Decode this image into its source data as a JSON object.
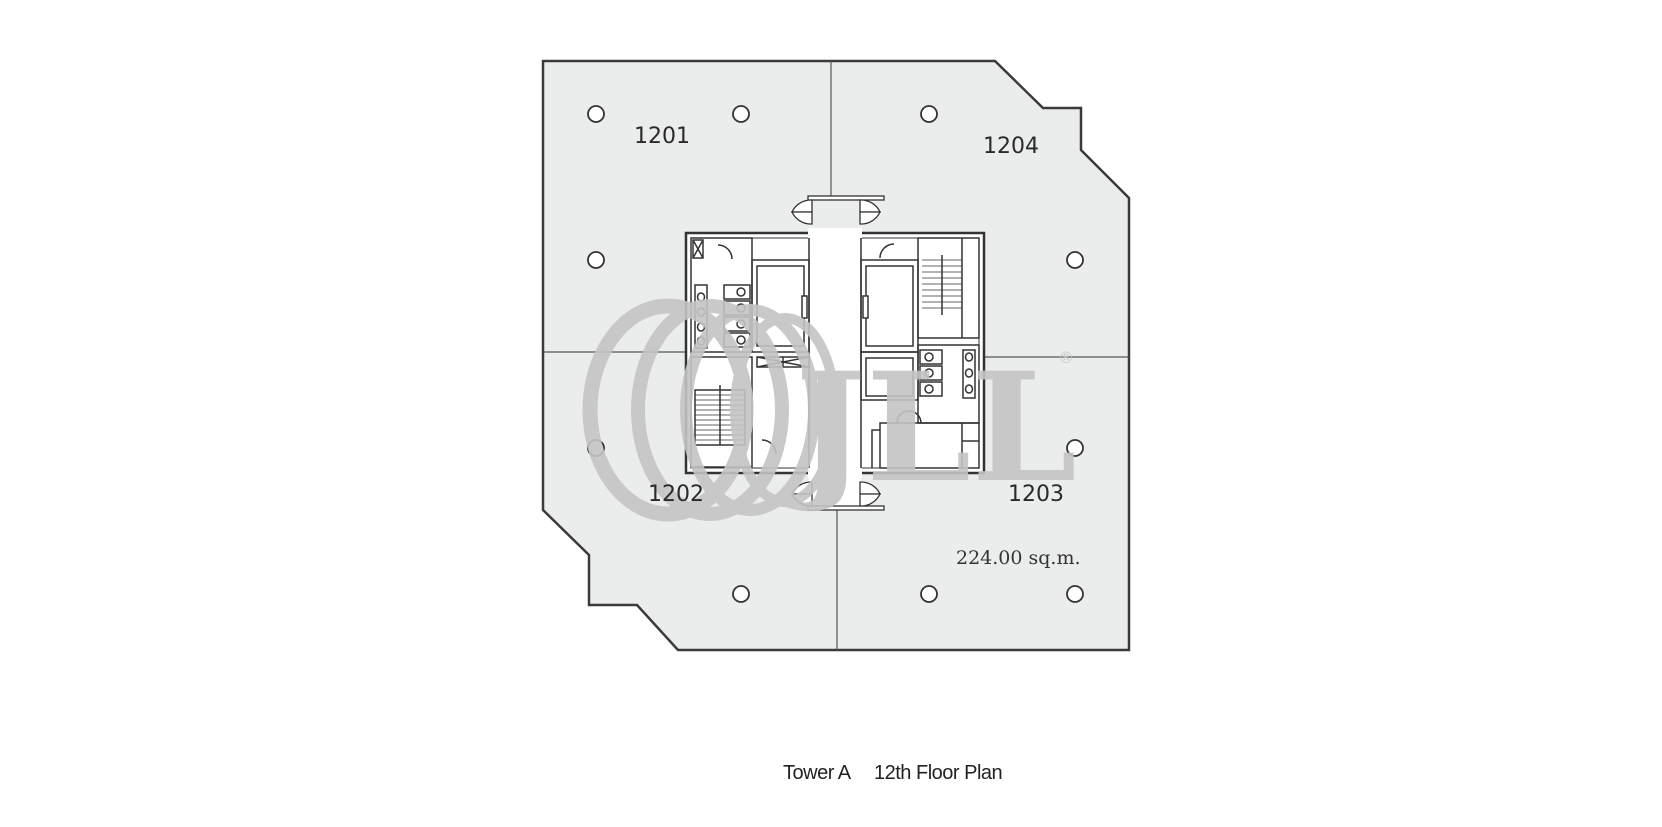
{
  "units": [
    {
      "id": "1201",
      "label": "1201"
    },
    {
      "id": "1202",
      "label": "1202"
    },
    {
      "id": "1203",
      "label": "1203"
    },
    {
      "id": "1204",
      "label": "1204"
    }
  ],
  "area_label": "224.00 sq.m.",
  "watermark": {
    "brand": "JLL",
    "registered_mark": "®"
  },
  "caption": {
    "building": "Tower A",
    "floor": "12th Floor Plan"
  },
  "colors": {
    "floor_fill": "#ebedec",
    "wall": "#3a3a3a",
    "watermark": "#c4c4c4"
  }
}
